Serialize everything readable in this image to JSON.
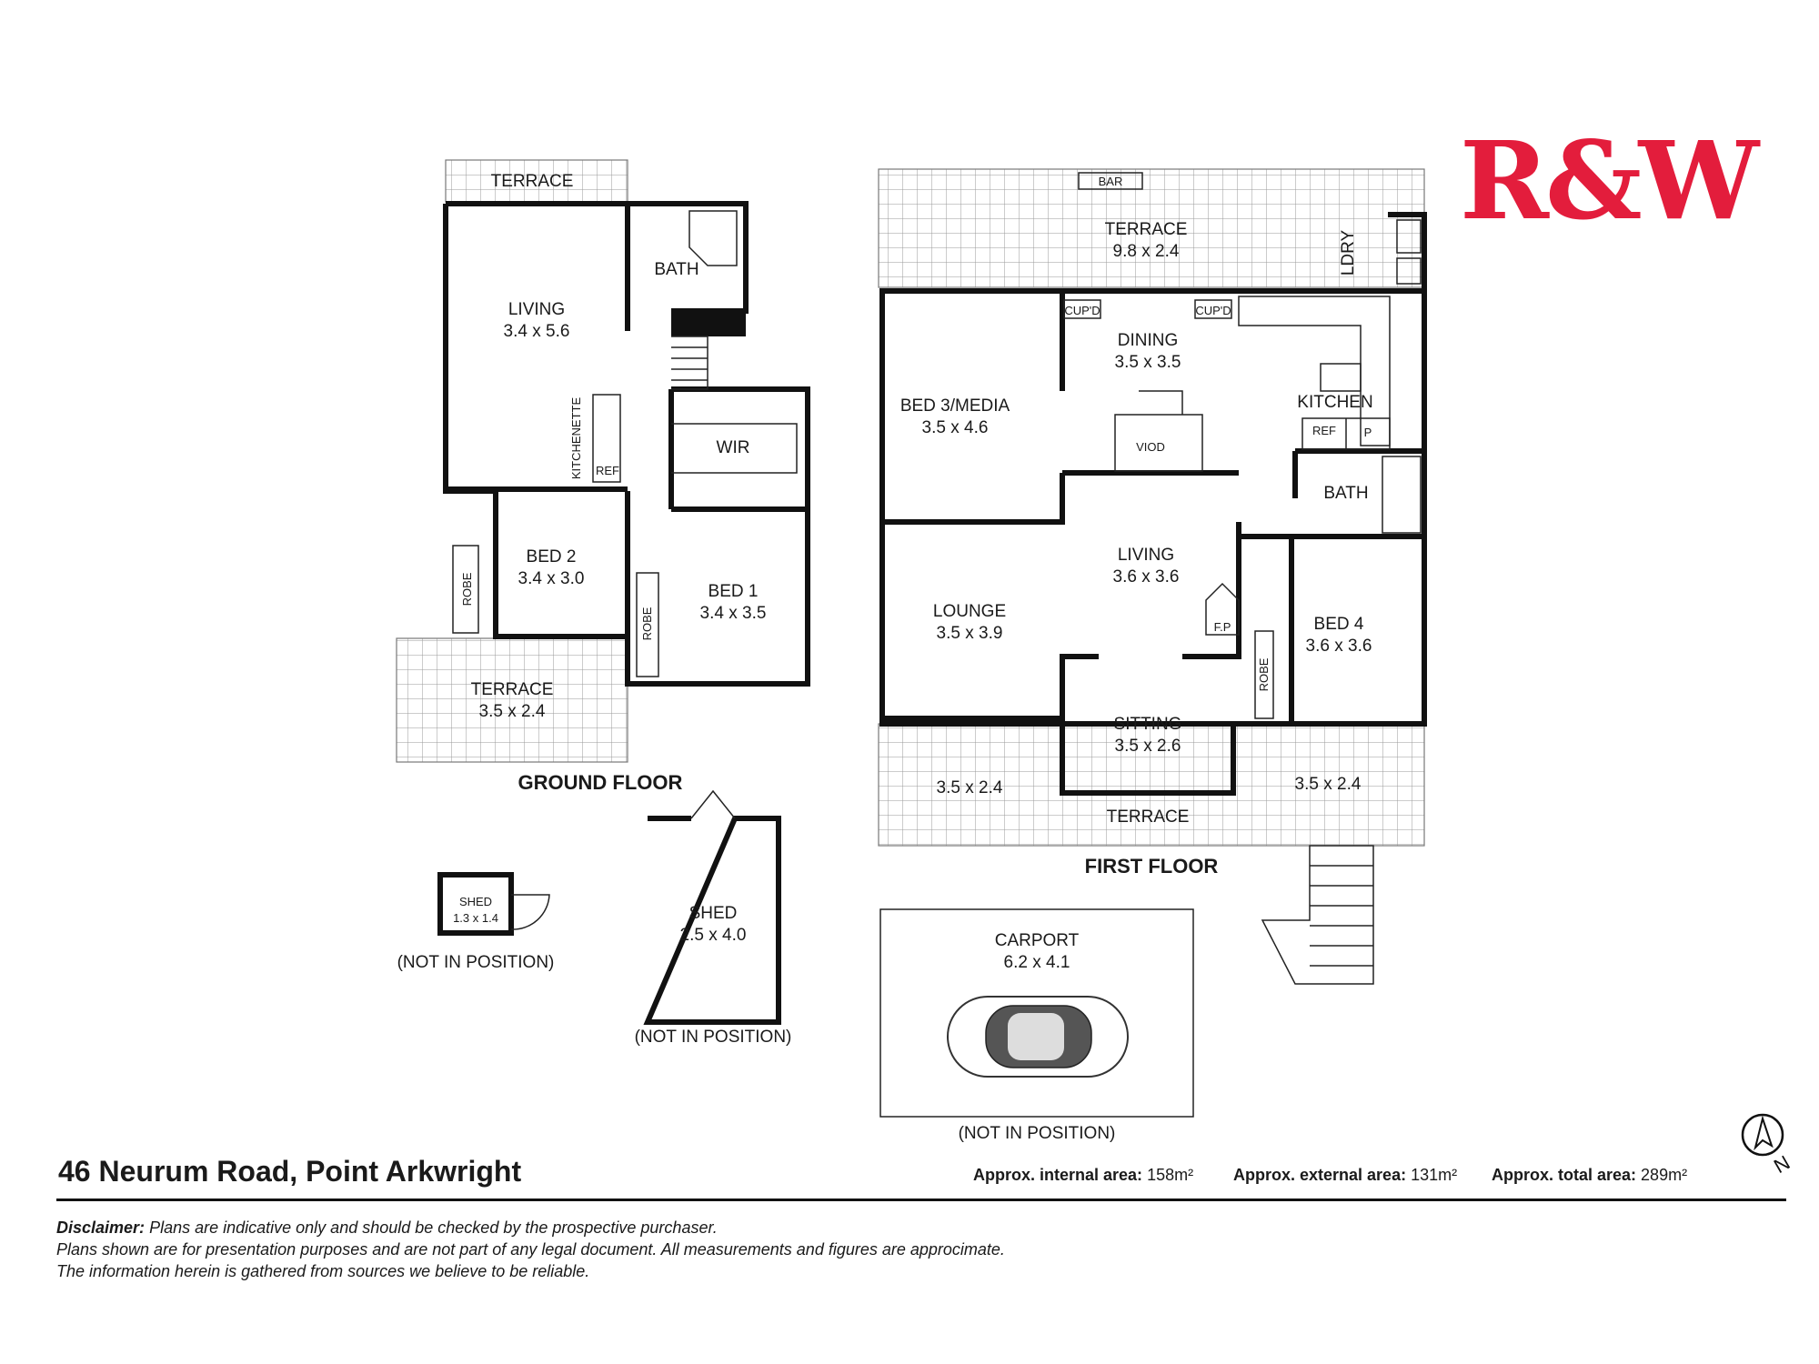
{
  "brand": {
    "logo_text": "R&W",
    "logo_color": "#e31d3c"
  },
  "ground_floor": {
    "title": "GROUND FLOOR",
    "terrace_top": "TERRACE",
    "living": {
      "name": "LIVING",
      "size": "3.4 x 5.6"
    },
    "bath": "BATH",
    "kitchenette": "KITCHENETTE",
    "ref": "REF",
    "wir": "WIR",
    "bed2": {
      "name": "BED 2",
      "size": "3.4 x 3.0"
    },
    "bed1": {
      "name": "BED 1",
      "size": "3.4 x 3.5"
    },
    "robe": "ROBE",
    "terrace_bottom": {
      "name": "TERRACE",
      "size": "3.5 x 2.4"
    }
  },
  "first_floor": {
    "title": "FIRST FLOOR",
    "bar": "BAR",
    "terrace_top": {
      "name": "TERRACE",
      "size": "9.8 x 2.4"
    },
    "ldry": "LDRY",
    "cupd": "CUP'D",
    "dining": {
      "name": "DINING",
      "size": "3.5 x 3.5"
    },
    "kitchen": "KITCHEN",
    "ref": "REF",
    "pantry": "P",
    "bed3": {
      "name": "BED 3/MEDIA",
      "size": "3.5 x 4.6"
    },
    "viod": "VIOD",
    "bath": "BATH",
    "living": {
      "name": "LIVING",
      "size": "3.6 x 3.6"
    },
    "lounge": {
      "name": "LOUNGE",
      "size": "3.5 x 3.9"
    },
    "fp": "F.P",
    "bed4": {
      "name": "BED 4",
      "size": "3.6 x 3.6"
    },
    "robe": "ROBE",
    "sitting": {
      "name": "SITTING",
      "size": "3.5 x 2.6"
    },
    "terrace_left_size": "3.5 x 2.4",
    "terrace_right_size": "3.5 x 2.4",
    "terrace_bottom": "TERRACE"
  },
  "outbuildings": {
    "shed_small": {
      "name": "SHED",
      "size": "1.3 x 1.4",
      "note": "(NOT IN POSITION)"
    },
    "shed_large": {
      "name": "SHED",
      "size": "2.5 x 4.0",
      "note": "(NOT IN POSITION)"
    },
    "carport": {
      "name": "CARPORT",
      "size": "6.2 x 4.1",
      "note": "(NOT IN POSITION)"
    }
  },
  "footer": {
    "address": "46 Neurum Road, Point Arkwright",
    "internal_label": "Approx. internal area:",
    "internal_value": "158m²",
    "external_label": "Approx.  external area:",
    "external_value": "131m²",
    "total_label": "Approx. total area:",
    "total_value": "289m²",
    "disclaimer_label": "Disclaimer:",
    "disclaimer_line1": "Plans are indicative only and should be checked by the prospective purchaser.",
    "disclaimer_line2": "Plans shown are for presentation purposes and are not part of any legal document. All measurements and figures are approcimate.",
    "disclaimer_line3": "The information herein is gathered from sources we believe to be reliable."
  },
  "compass": {
    "label": "N"
  }
}
